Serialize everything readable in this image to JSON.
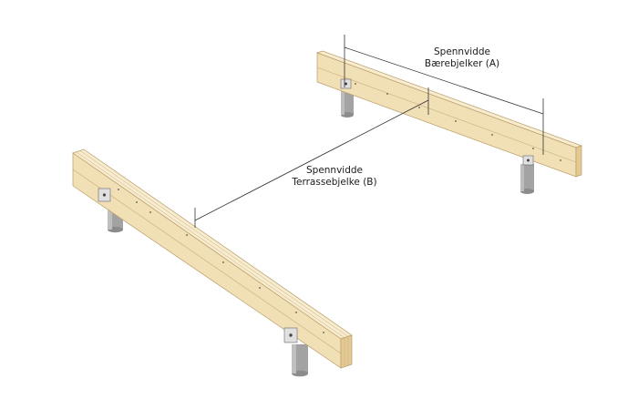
{
  "diagram": {
    "colors": {
      "wood_top": "#f4e6c4",
      "wood_side": "#e6d0a0",
      "wood_end": "#f0dcb0",
      "wood_line": "#c9ae78",
      "post": "#a3a3a3",
      "post_dark": "#7a7a7a",
      "bracket": "#d9d9d9",
      "dimension_line": "#333333"
    },
    "label_a": {
      "line1": "Spennvidde",
      "line2": "Bærebjelker (A)"
    },
    "label_b": {
      "line1": "Spennvidde",
      "line2": "Terrassebjelke (B)"
    }
  }
}
